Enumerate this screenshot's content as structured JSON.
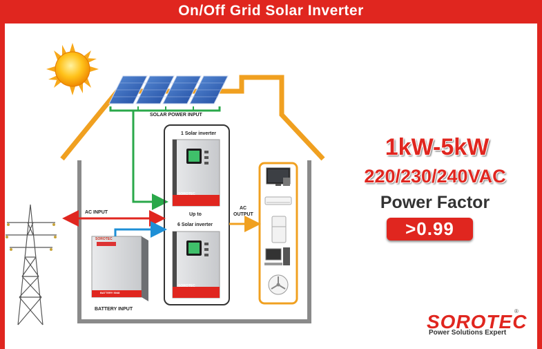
{
  "banner": {
    "title": "On/Off Grid Solar Inverter",
    "color": "#e0261f"
  },
  "diagram": {
    "solar_label": "SOLAR POWER INPUT",
    "inverter_top_label": "1 Solar inverter",
    "upto_label": "Up to",
    "inverter_bottom_label": "6 Solar inverter",
    "ac_input_label": "AC INPUT",
    "ac_output_label_line1": "AC",
    "ac_output_label_line2": "OUTPUT",
    "battery_input_label": "BATTERY INPUT",
    "inverter_brand": "SOROTEC",
    "battery_brand": "SOROTEC",
    "battery_model": "BATTERY 5048"
  },
  "specs": {
    "power_range": "1kW-5kW",
    "voltage": "220/230/240VAC",
    "power_factor_label": "Power Factor",
    "power_factor_value": ">0.99"
  },
  "brand": {
    "name": "SOROTEC",
    "registered": "®",
    "tagline": "Power Solutions Expert"
  },
  "colors": {
    "house_orange": "#f0a020",
    "house_grey": "#8a8a8a",
    "green_wire": "#2aa84a",
    "red_wire": "#e0261f",
    "blue_wire": "#1e8fd6",
    "orange_wire": "#f0a020"
  }
}
